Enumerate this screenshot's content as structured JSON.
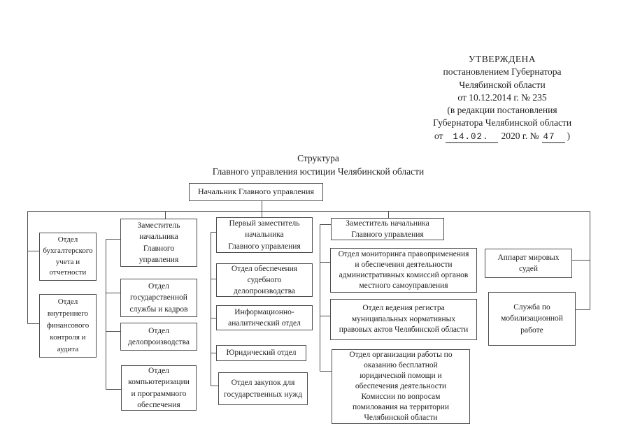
{
  "colors": {
    "ink": "#1e1e1e",
    "line": "#4d4d4d",
    "background": "#ffffff"
  },
  "approval_stamp": {
    "lines": [
      "УТВЕРЖДЕНА",
      "постановлением Губернатора",
      "Челябинской области",
      "от 10.12.2014 г. № 235",
      "(в редакции постановления",
      "Губернатора Челябинской области"
    ],
    "amendment": {
      "prefix": "от",
      "date": "14.02.",
      "middle": "2020 г. №",
      "number": "47",
      "suffix": ")"
    }
  },
  "title": {
    "line1": "Структура",
    "line2": "Главного управления юстиции Челябинской области"
  },
  "org_chart": {
    "root": "Начальник Главного управления",
    "left_column": [
      "Отдел\nбухгалтерского\nучета и\nотчетности",
      "Отдел\nвнутреннего\nфинансового\nконтроля и\nаудита"
    ],
    "column2": {
      "head": "Заместитель\nначальника\nГлавного\nуправления",
      "departments": [
        "Отдел\nгосударственной\nслужбы и кадров",
        "Отдел\nделопроизводства",
        "Отдел\nкомпьютеризации\nи программного\nобеспечения"
      ]
    },
    "column3": {
      "head": "Первый заместитель\nначальника\nГлавного управления",
      "departments": [
        "Отдел обеспечения\nсудебного\nделопроизводства",
        "Информационно-\nаналитический отдел",
        "Юридический отдел",
        "Отдел закупок для\nгосударственных нужд"
      ]
    },
    "column4": {
      "head": "Заместитель начальника\nГлавного управления",
      "departments": [
        "Отдел мониторинга правоприменения\nи обеспечения деятельности\nадминистративных комиссий органов\nместного самоуправления",
        "Отдел ведения регистра\nмуниципальных нормативных\nправовых актов Челябинской области",
        "Отдел организации работы по\nоказанию бесплатной\nюридической помощи и\nобеспечения деятельности\nКомиссии по вопросам\nпомилования на территории\nЧелябинской области"
      ]
    },
    "right_column": [
      "Аппарат мировых\nсудей",
      "Служба по\nмобилизационной\nработе"
    ]
  }
}
